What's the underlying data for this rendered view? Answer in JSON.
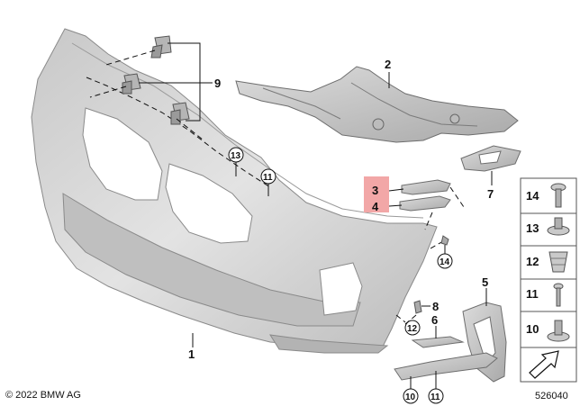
{
  "callouts": {
    "c1": "1",
    "c2": "2",
    "c3": "3",
    "c4": "4",
    "c5": "5",
    "c6": "6",
    "c7": "7",
    "c8": "8",
    "c9": "9",
    "c10": "10",
    "c11a": "11",
    "c11b": "11",
    "c12": "12",
    "c13": "13",
    "c14": "14"
  },
  "legend": [
    "14",
    "13",
    "12",
    "11",
    "10"
  ],
  "footer": {
    "copyright": "© 2022 BMW AG",
    "diagram_id": "526040"
  },
  "colors": {
    "part_fill": "#d3d3d3",
    "part_stroke": "#8a8a8a",
    "highlight": "#f2a7a7",
    "line": "#111111"
  }
}
